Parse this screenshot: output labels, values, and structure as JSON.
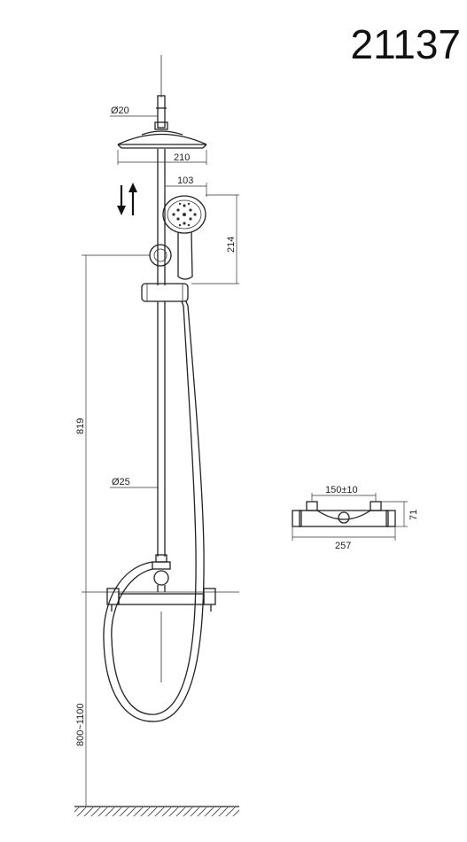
{
  "model_number": "21137",
  "dimensions": {
    "riser_connector_diameter": "Ø20",
    "overhead_shower_width": "210",
    "hand_shower_width": "103",
    "hand_shower_length": "214",
    "rail_height": "819",
    "rail_diameter": "Ø25",
    "mounting_height": "800~1100",
    "inlet_spacing": "150±10",
    "mixer_height": "71",
    "mixer_width": "257"
  }
}
